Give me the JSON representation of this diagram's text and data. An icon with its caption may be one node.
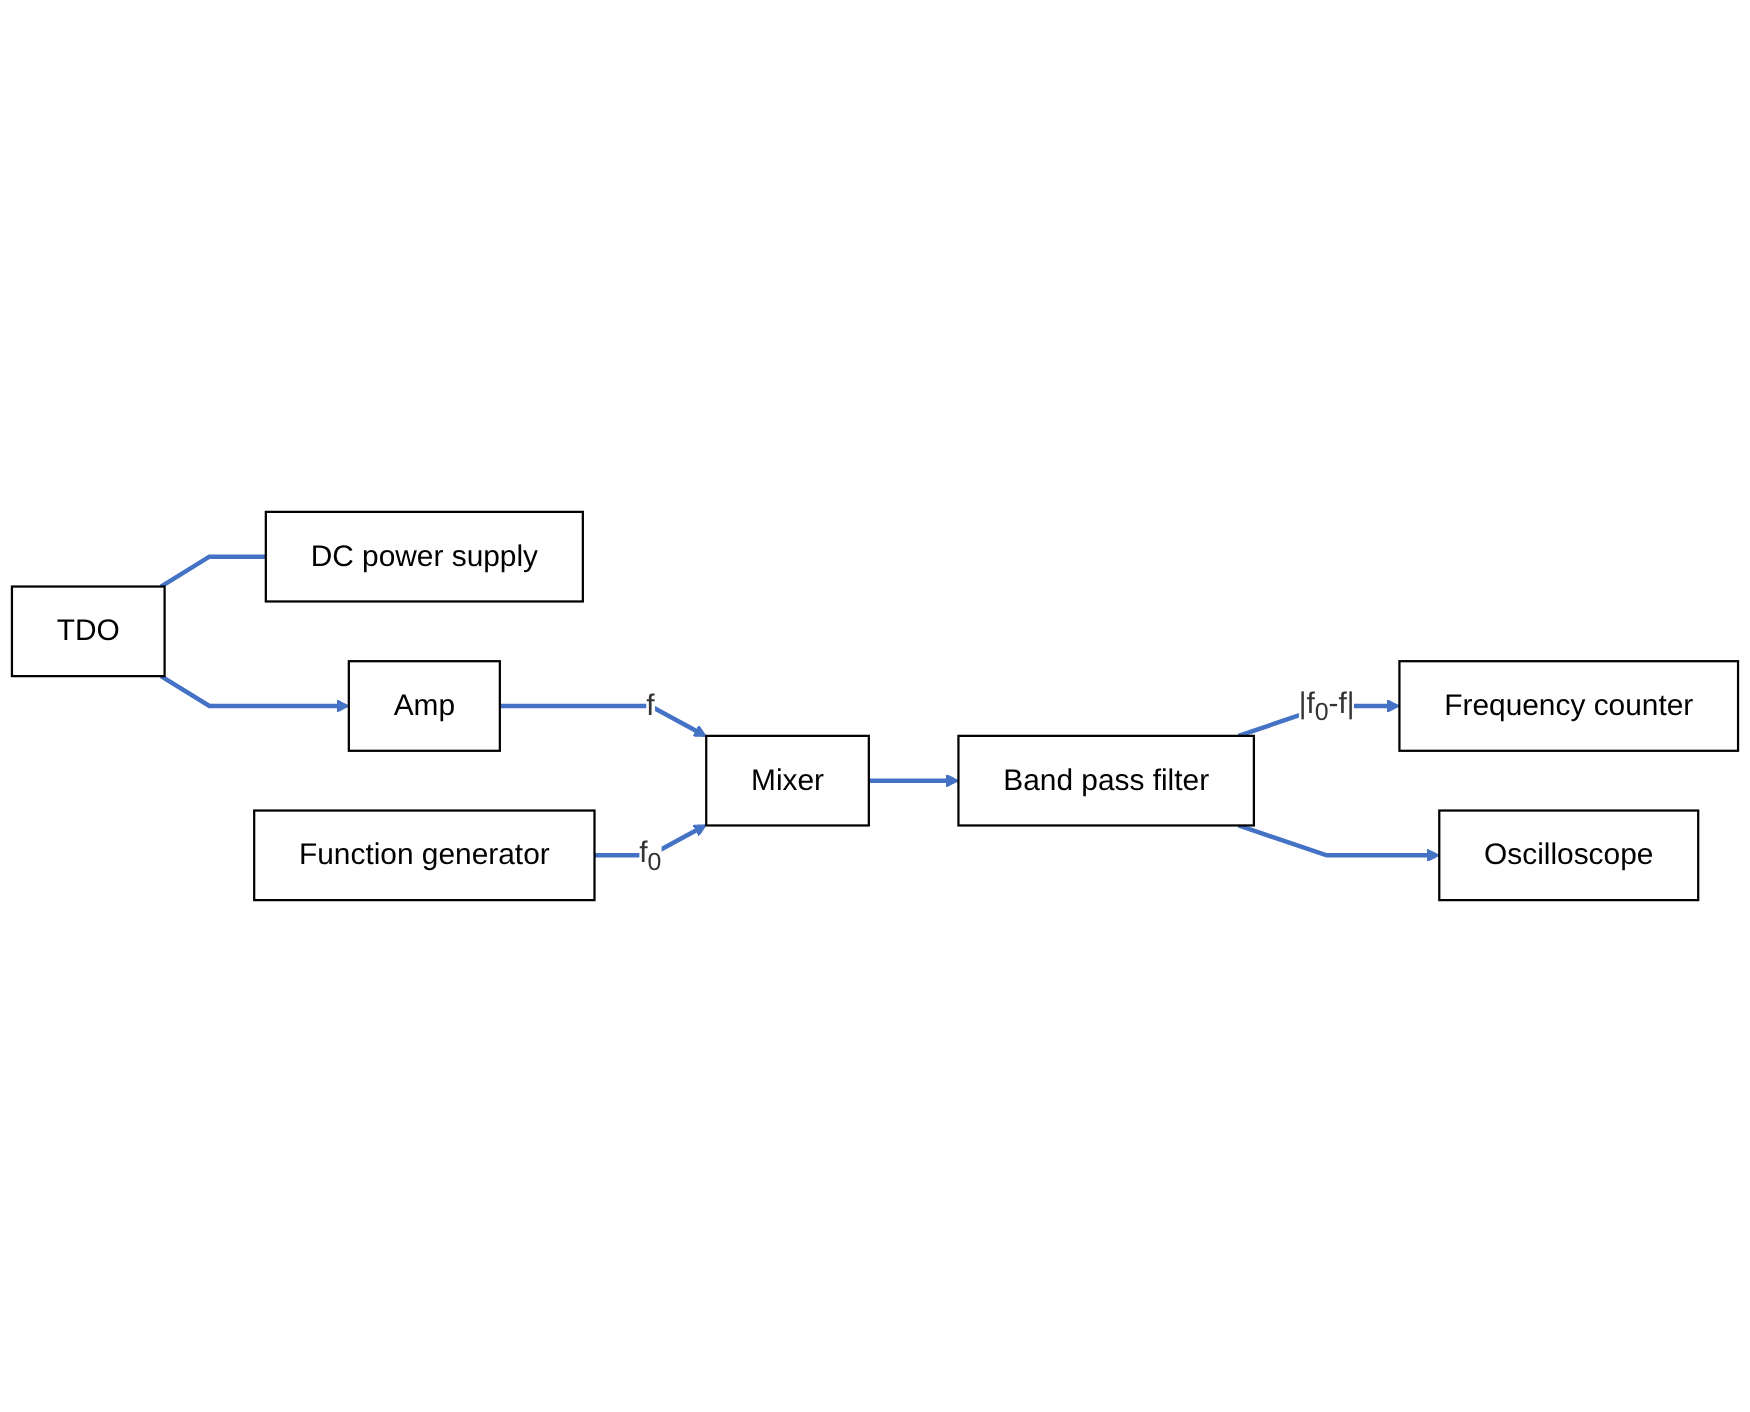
{
  "diagram": {
    "nodes": [
      {
        "text": [
          "TDO"
        ]
      },
      {
        "text": [
          "DC power supply"
        ]
      },
      {
        "text": [
          "Amp"
        ]
      },
      {
        "text": [
          "Mixer"
        ]
      },
      {
        "text": [
          "Function generator"
        ]
      },
      {
        "text": [
          "Band pass filter"
        ]
      },
      {
        "text": [
          "Frequency counter"
        ]
      },
      {
        "text": [
          "Oscilloscope"
        ]
      }
    ],
    "edges": [
      {
        "from": 0,
        "to": 1,
        "arrow": "none"
      },
      {
        "from": 0,
        "to": 2,
        "arrow": "to"
      },
      {
        "from": 2,
        "to": 3,
        "arrow": "to",
        "label": "f"
      },
      {
        "from": 4,
        "to": 3,
        "arrow": "to",
        "label": "f$_{0}$"
      },
      {
        "from": 3,
        "to": 5,
        "arrow": "to"
      },
      {
        "from": 5,
        "to": 6,
        "arrow": "to",
        "label": "|f$_{0}$-f|"
      },
      {
        "from": 5,
        "to": 7,
        "arrow": "to"
      }
    ]
  }
}
